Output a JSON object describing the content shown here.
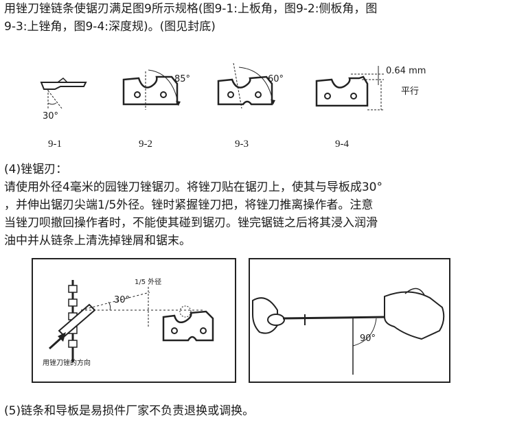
{
  "intro": {
    "line1": "用锉刀锉链条使锯刃满足图9所示规格(图9-1:上板角，图9-2:侧板角，图",
    "line2": "9-3:上锉角，图9-4:深度规)。(图见封底)"
  },
  "figures": {
    "fig1": {
      "label": "9-1",
      "angle": "30°"
    },
    "fig2": {
      "label": "9-2",
      "angle": "85°"
    },
    "fig3": {
      "label": "9-3",
      "angle": "60°"
    },
    "fig4": {
      "label": "9-4",
      "depth": "0.64 mm",
      "parallel": "平行"
    }
  },
  "section4": {
    "heading": "(4)锉锯刃：",
    "line1": "请使用外径4毫米的园锉刀锉锯刃。将锉刀贴在锯刃上，使其与导板成30°",
    "line2": "，并伸出锯刃尖端1/5外径。锉时紧握锉刀把，将锉刀推离操作者。注意",
    "line3": "当锉刀呗撤回操作者时，不能使其碰到锯刃。锉完锯链之后将其浸入润滑",
    "line4": "油中并从链条上清洗掉锉屑和锯末。"
  },
  "panel_left": {
    "angle": "30°",
    "fraction_label": "1/5 外径",
    "direction_caption": "用锉刀锉的方向"
  },
  "panel_right": {
    "angle": "90°"
  },
  "section5": {
    "text": "(5)链条和导板是易损件厂家不负责退换或调换。"
  }
}
